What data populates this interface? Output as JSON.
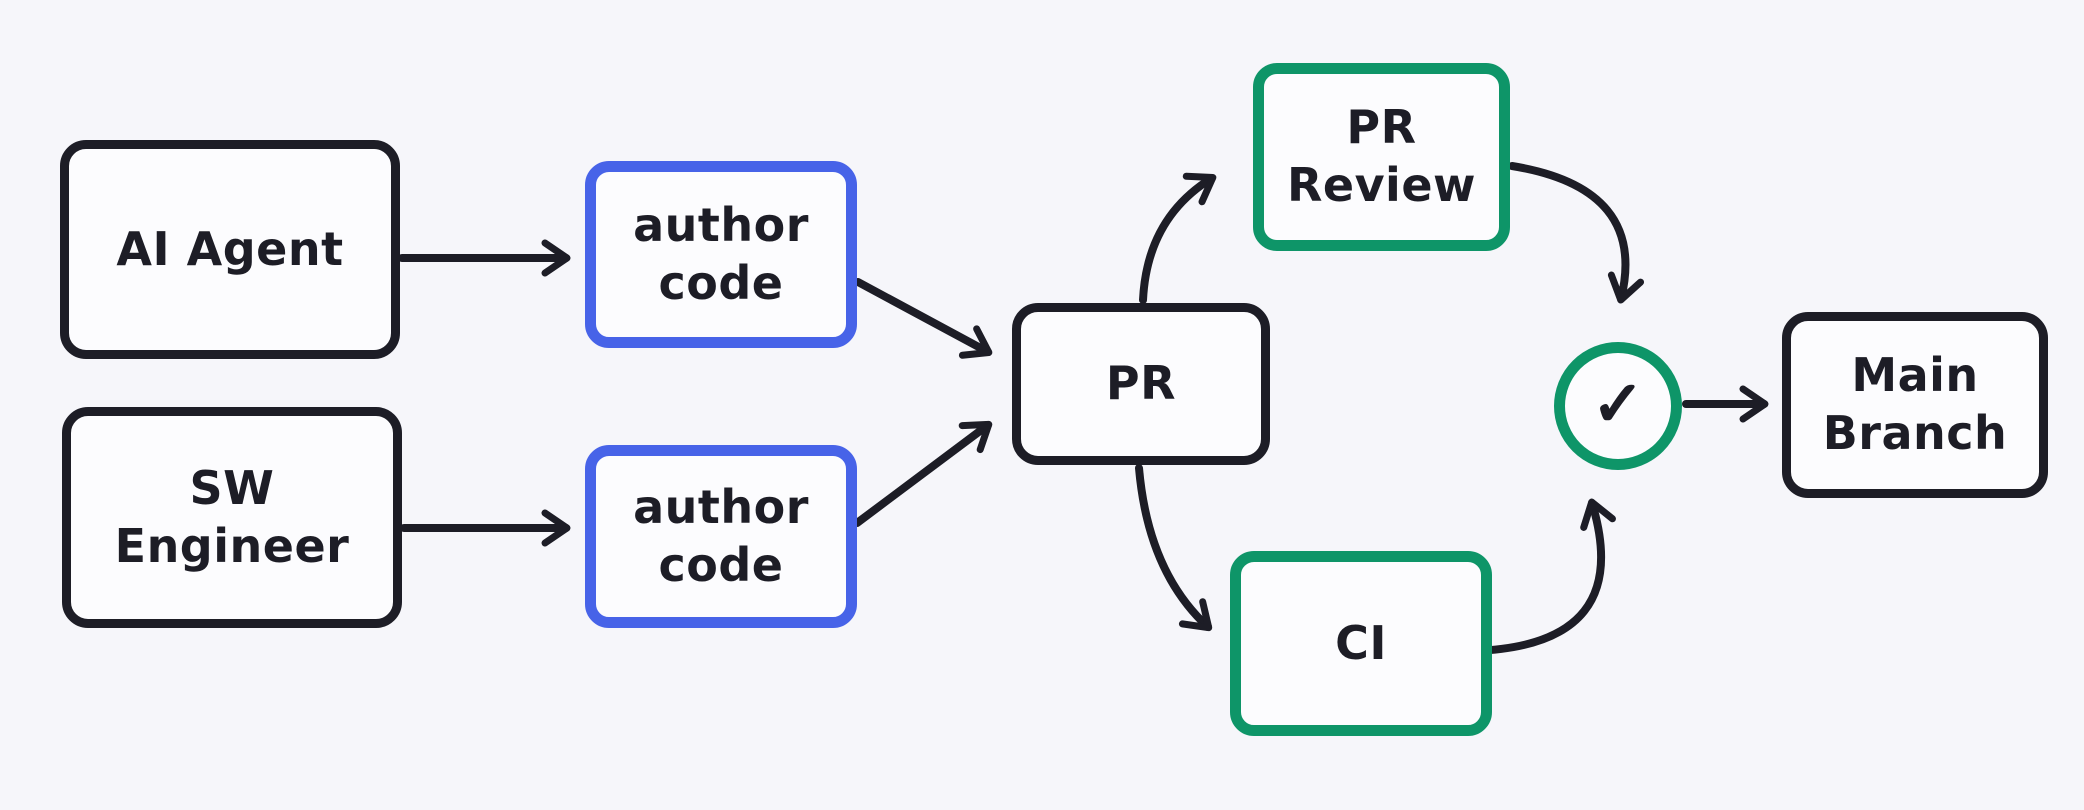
{
  "diagram": {
    "type": "flowchart",
    "background": "#f6f6fa",
    "colors": {
      "ink": "#1d1d26",
      "blue": "#4763e8",
      "green": "#0e9568",
      "node_fill": "#fcfcfe"
    },
    "nodes": {
      "ai_agent": {
        "label": "AI Agent",
        "accent": "ink"
      },
      "sw_engineer": {
        "label": "SW\nEngineer",
        "accent": "ink"
      },
      "author_code_agent": {
        "label": "author\ncode",
        "accent": "blue"
      },
      "author_code_engineer": {
        "label": "author\ncode",
        "accent": "blue"
      },
      "pr": {
        "label": "PR",
        "accent": "ink"
      },
      "pr_review": {
        "label": "PR\nReview",
        "accent": "green"
      },
      "ci": {
        "label": "CI",
        "accent": "green"
      },
      "approval": {
        "icon": "check-icon",
        "glyph": "✓",
        "accent": "green"
      },
      "main_branch": {
        "label": "Main\nBranch",
        "accent": "ink"
      }
    },
    "edges": [
      {
        "from": "ai_agent",
        "to": "author_code_agent"
      },
      {
        "from": "sw_engineer",
        "to": "author_code_engineer"
      },
      {
        "from": "author_code_agent",
        "to": "pr"
      },
      {
        "from": "author_code_engineer",
        "to": "pr"
      },
      {
        "from": "pr",
        "to": "pr_review"
      },
      {
        "from": "pr",
        "to": "ci"
      },
      {
        "from": "pr_review",
        "to": "approval"
      },
      {
        "from": "ci",
        "to": "approval"
      },
      {
        "from": "approval",
        "to": "main_branch"
      }
    ]
  }
}
